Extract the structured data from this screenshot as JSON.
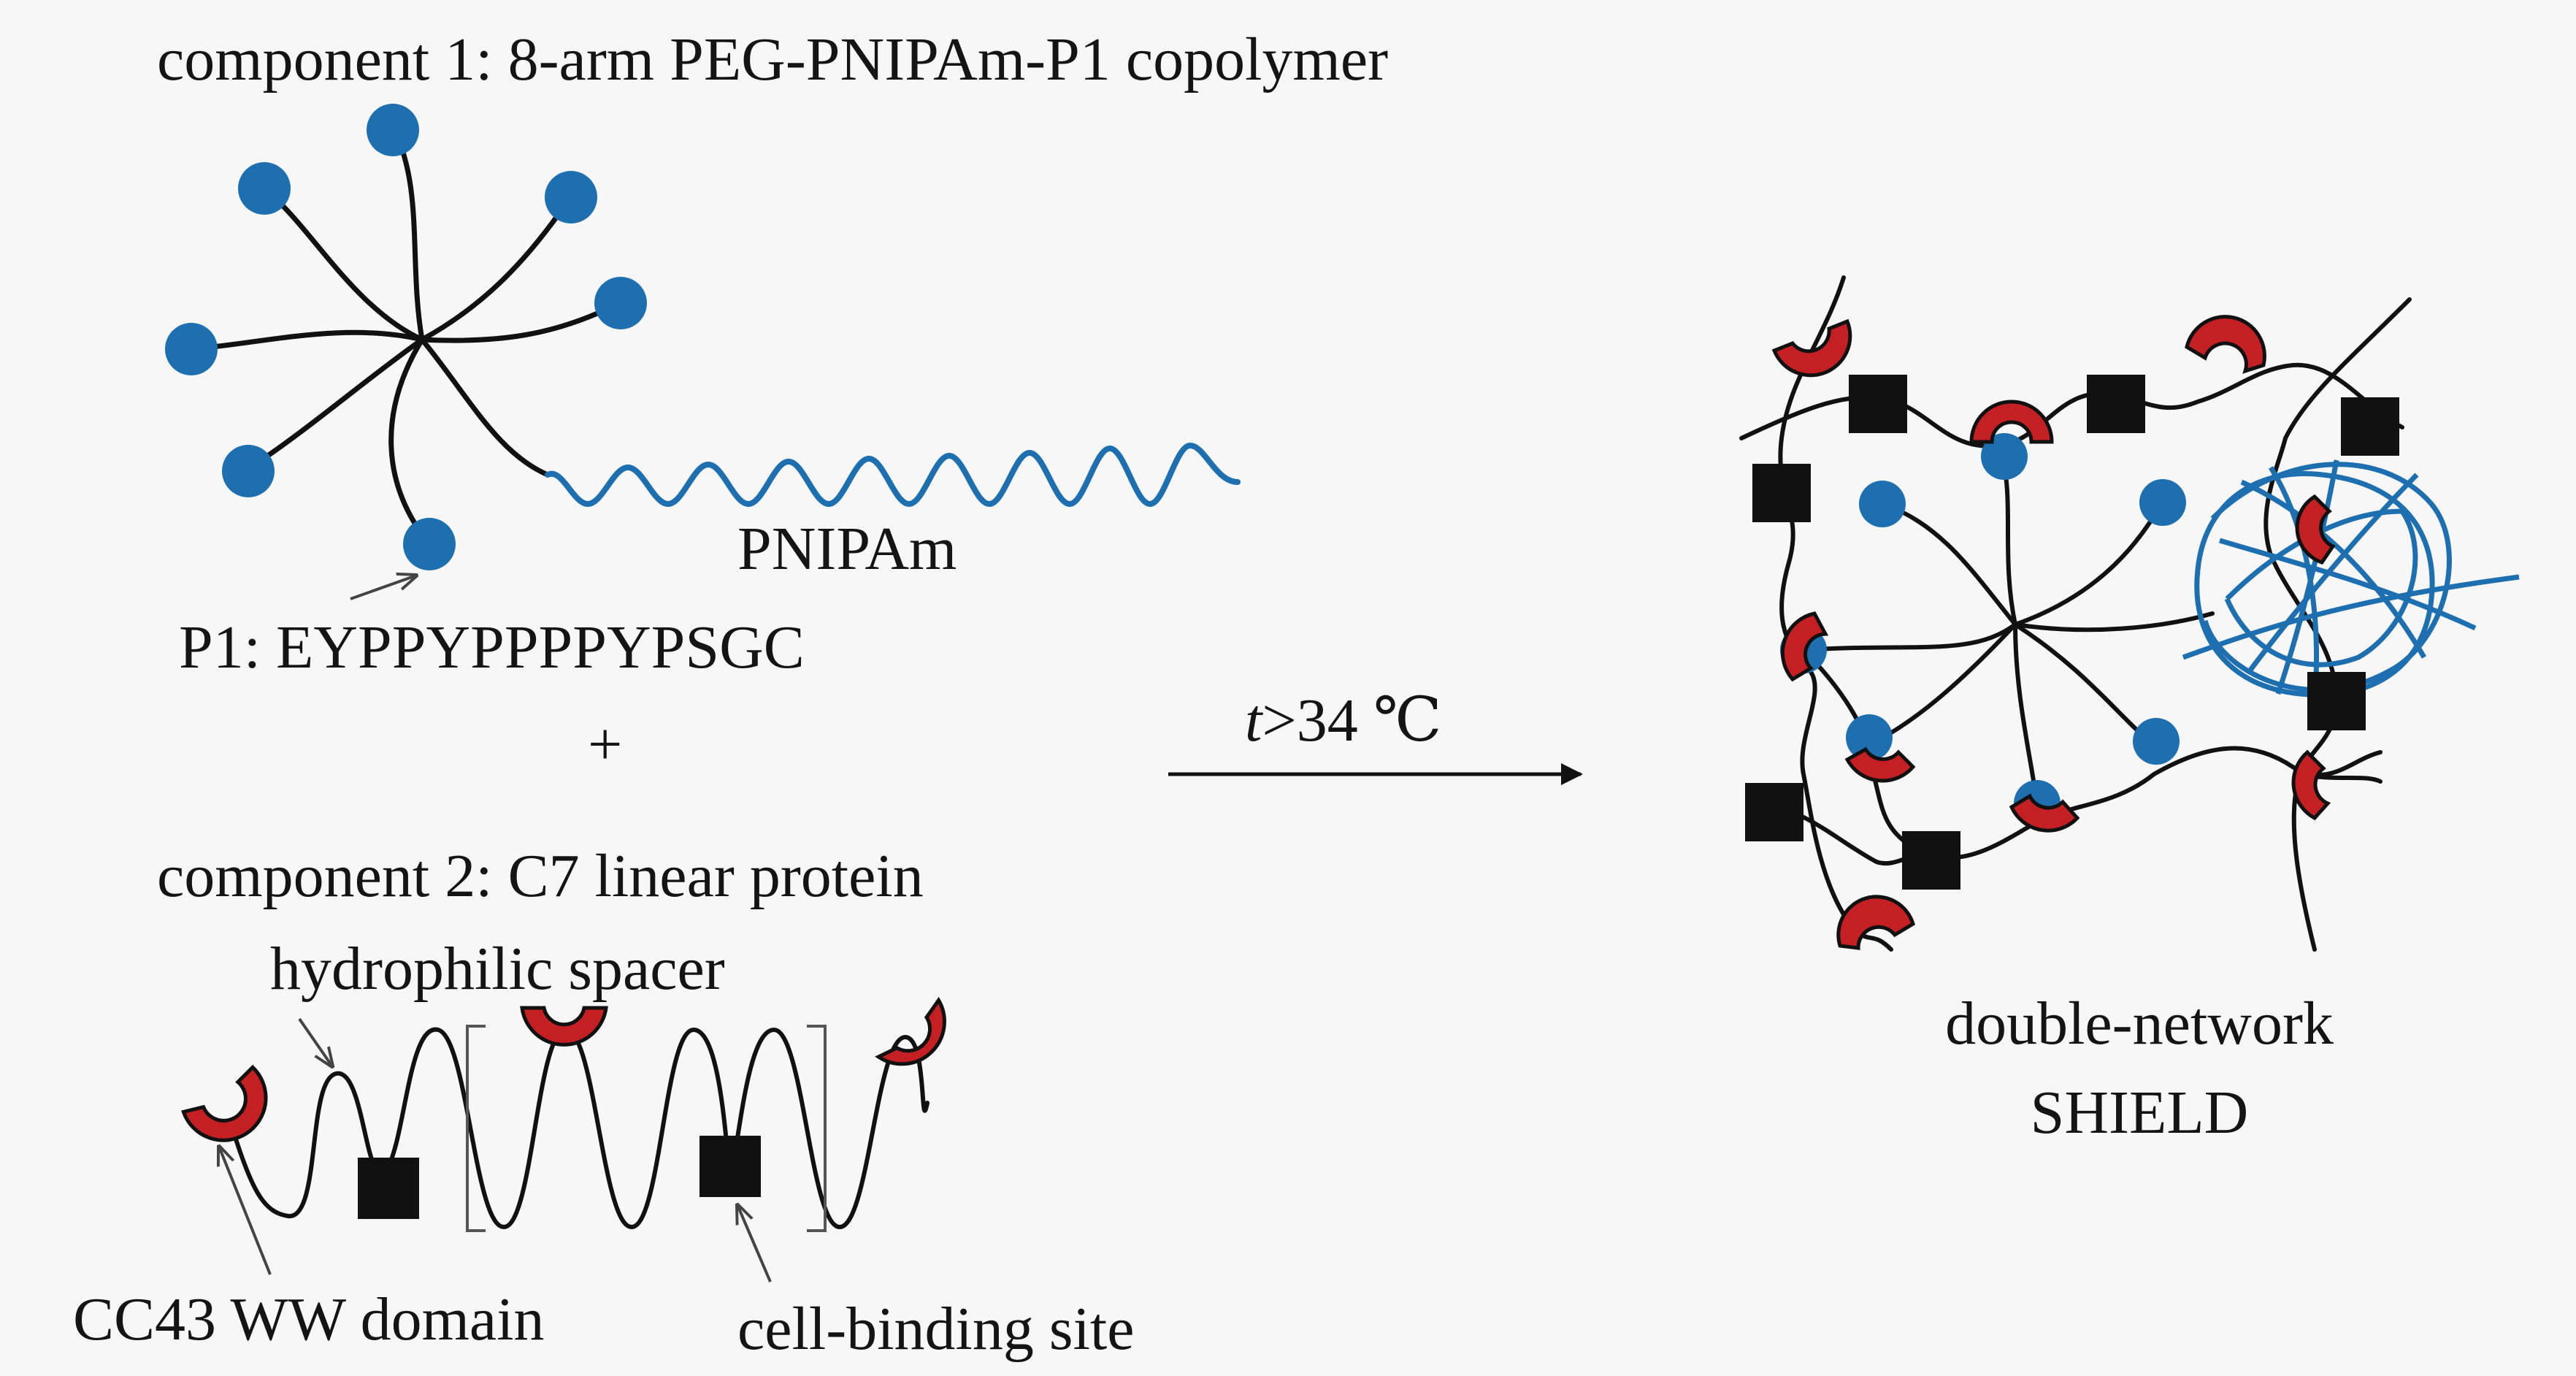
{
  "colors": {
    "blue": "#1d6fb0",
    "red": "#c42024",
    "black": "#111111",
    "background": "#f7f7f7"
  },
  "component1": {
    "title": "component 1: 8-arm PEG-PNIPAm-P1 copolymer",
    "pnipam_label": "PNIPAm",
    "p1_label": "P1: EYPPYPPPPYPSGC"
  },
  "plus": "+",
  "component2": {
    "title": "component 2: C7 linear protein",
    "spacer_label": "hydrophilic spacer",
    "ww_label": "CC43 WW domain",
    "binding_label": "cell-binding site"
  },
  "arrow": {
    "condition_var": "t",
    "condition_rest": ">34 ℃"
  },
  "result": {
    "line1": "double-network",
    "line2": "SHIELD"
  },
  "legend_icons": {
    "p1_peptide": "blue-dot",
    "ww_domain": "red-crescent",
    "cell_binding_site": "black-square",
    "pnipam_chain": "blue-wavy-coil"
  }
}
